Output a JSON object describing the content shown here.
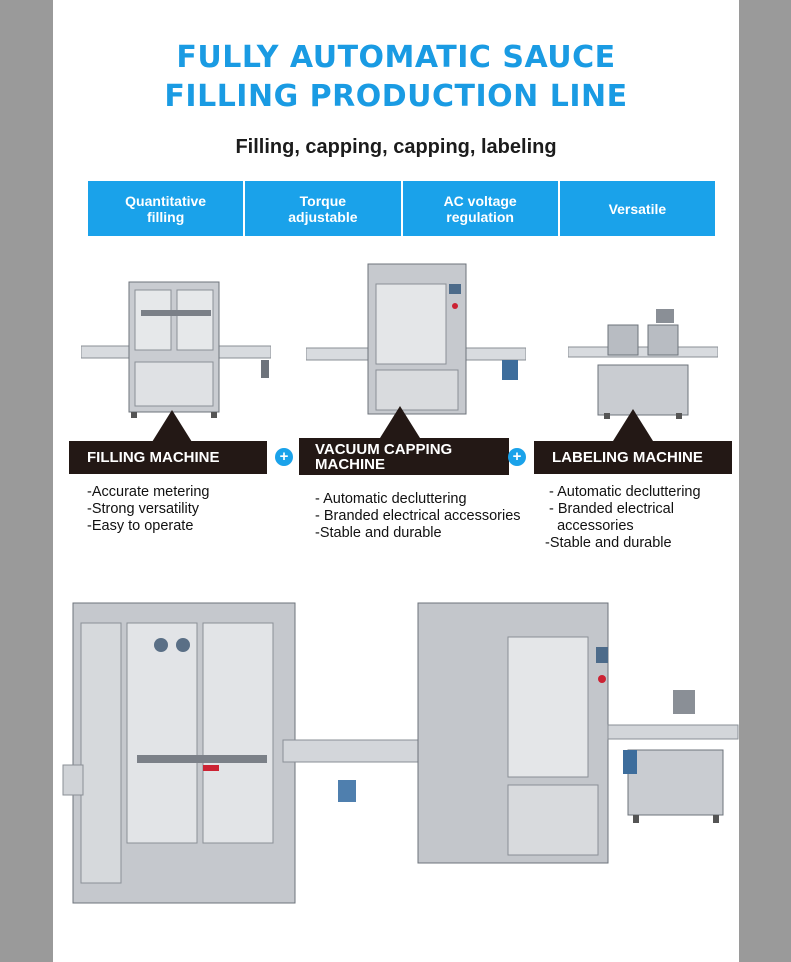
{
  "title": {
    "line1": "FULLY AUTOMATIC SAUCE",
    "line2": "FILLING PRODUCTION LINE"
  },
  "subtitle": "Filling, capping, capping, labeling",
  "features": [
    {
      "line1": "Quantitative",
      "line2": "filling"
    },
    {
      "line1": "Torque",
      "line2": "adjustable"
    },
    {
      "line1": "AC voltage",
      "line2": "regulation"
    },
    {
      "line1": "Versatile",
      "line2": ""
    }
  ],
  "machines": [
    {
      "name_line1": "FILLING MACHINE",
      "name_line2": "",
      "bullets": [
        "-Accurate metering",
        "-Strong versatility",
        "-Easy to operate"
      ]
    },
    {
      "name_line1": "VACUUM CAPPING",
      "name_line2": "MACHINE",
      "bullets": [
        " - Automatic decluttering",
        " - Branded electrical accessories",
        " -Stable and durable"
      ]
    },
    {
      "name_line1": "LABELING MACHINE",
      "name_line2": "",
      "bullets": [
        " - Automatic decluttering",
        " - Branded electrical",
        "   accessories",
        "-Stable and durable"
      ]
    }
  ],
  "plus_symbol": "+",
  "colors": {
    "accent_blue": "#1aa2ea",
    "title_blue": "#1a9be3",
    "label_dark": "#231815",
    "side_gray": "#9a9a9a"
  }
}
